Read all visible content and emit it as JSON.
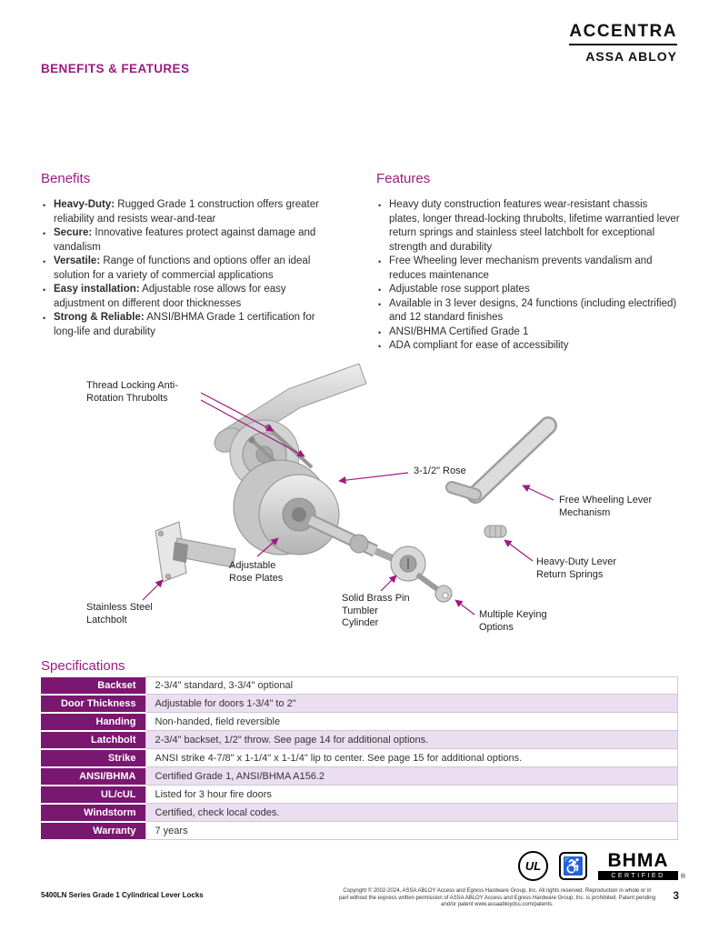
{
  "colors": {
    "accent": "#9E1A83",
    "table_header": "#7A1770",
    "row_alt": "#EBDEF0",
    "table_border": "#D6C3DC"
  },
  "header": {
    "brand": "ACCENTRA",
    "parent_brand": "ASSA ABLOY",
    "page_title": "BENEFITS & FEATURES"
  },
  "benefits": {
    "heading": "Benefits",
    "items": [
      {
        "lead": "Heavy-Duty:",
        "rest": " Rugged Grade 1 construction offers greater reliability and resists wear-and-tear"
      },
      {
        "lead": "Secure:",
        "rest": " Innovative features protect against damage and vandalism"
      },
      {
        "lead": "Versatile:",
        "rest": " Range of functions and options offer an ideal solution for a variety of commercial applications"
      },
      {
        "lead": "Easy installation:",
        "rest": " Adjustable rose allows for easy adjustment on different door thicknesses"
      },
      {
        "lead": "Strong & Reliable:",
        "rest": " ANSI/BHMA Grade 1 certification for long-life and durability"
      }
    ]
  },
  "features": {
    "heading": "Features",
    "items": [
      "Heavy duty construction features wear-resistant chassis plates, longer thread-locking thrubolts, lifetime warrantied lever return springs and stainless steel latchbolt for exceptional strength and durability",
      "Free Wheeling lever mechanism prevents vandalism and reduces maintenance",
      "Adjustable rose support plates",
      "Available in 3 lever designs, 24 functions (including electrified) and 12 standard finishes",
      "ANSI/BHMA Certified Grade 1",
      "ADA compliant for ease of accessibility"
    ]
  },
  "diagram": {
    "callouts": [
      "Thread Locking Anti-Rotation Thrubolts",
      "3-1/2\" Rose",
      "Free Wheeling Lever Mechanism",
      "Adjustable Rose Plates",
      "Heavy-Duty Lever Return Springs",
      "Stainless Steel Latchbolt",
      "Solid Brass Pin Tumbler Cylinder",
      "Multiple Keying Options"
    ]
  },
  "specifications": {
    "heading": "Specifications",
    "rows": [
      {
        "label": "Backset",
        "value": "2-3/4\" standard, 3-3/4\" optional"
      },
      {
        "label": "Door Thickness",
        "value": "Adjustable for doors 1-3/4\" to 2\""
      },
      {
        "label": "Handing",
        "value": "Non-handed, field reversible"
      },
      {
        "label": "Latchbolt",
        "value": "2-3/4\" backset, 1/2\" throw. See page 14 for additional options."
      },
      {
        "label": "Strike",
        "value": "ANSI strike 4-7/8\" x 1-1/4\" x 1-1/4\" lip to center. See page 15 for additional options."
      },
      {
        "label": "ANSI/BHMA",
        "value": "Certified Grade 1, ANSI/BHMA A156.2"
      },
      {
        "label": "UL/cUL",
        "value": "Listed for 3 hour fire doors"
      },
      {
        "label": "Windstorm",
        "value": "Certified, check local codes."
      },
      {
        "label": "Warranty",
        "value": "7 years"
      }
    ]
  },
  "certifications": {
    "ul_label": "UL",
    "ada_symbol": "♿",
    "bhma": "BHMA",
    "bhma_sub": "CERTIFIED",
    "reg": "®"
  },
  "footer": {
    "series_title": "5400LN Series Grade 1 Cylindrical Lever Locks",
    "copyright": "Copyright © 2002-2024, ASSA ABLOY Access and Egress Hardware Group, Inc. All rights reserved. Reproduction in whole or in part without the express written permission of ASSA ABLOY Access and Egress Hardware Group, Inc. is prohibited. Patent pending and/or patent www.assaabloydss.com/patents.",
    "page_number": "3"
  }
}
